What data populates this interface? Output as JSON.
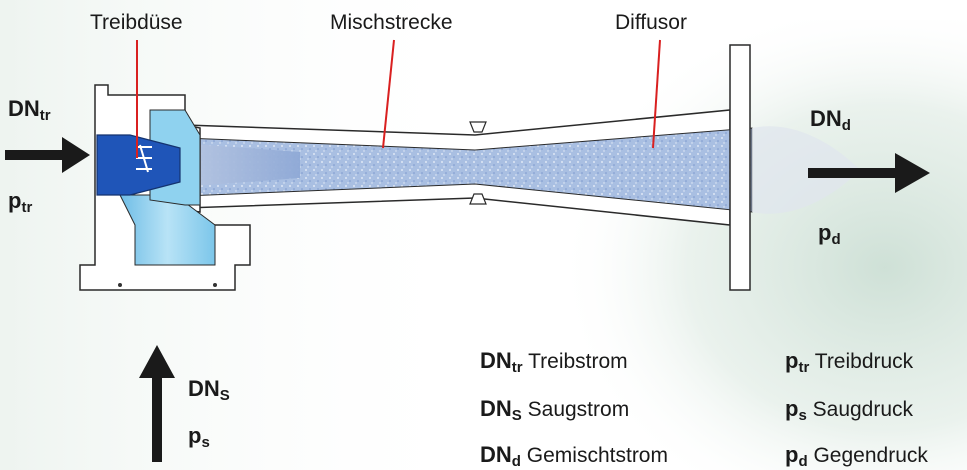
{
  "labels": {
    "nozzle": "Treibdüse",
    "mixing": "Mischstrecke",
    "diffuser": "Diffusor"
  },
  "symbols": {
    "dn_tr": {
      "base": "DN",
      "sub": "tr"
    },
    "p_tr": {
      "base": "p",
      "sub": "tr"
    },
    "dn_d": {
      "base": "DN",
      "sub": "d"
    },
    "p_d": {
      "base": "p",
      "sub": "d"
    },
    "dn_s": {
      "base": "DN",
      "sub": "S"
    },
    "p_s": {
      "base": "p",
      "sub": "s"
    }
  },
  "legend": [
    {
      "base": "DN",
      "sub": "tr",
      "text": "Treibstrom"
    },
    {
      "base": "DN",
      "sub": "S",
      "text": "Saugstrom"
    },
    {
      "base": "DN",
      "sub": "d",
      "text": "Gemischtstrom"
    },
    {
      "base": "p",
      "sub": "tr",
      "text": "Treibdruck"
    },
    {
      "base": "p",
      "sub": "s",
      "text": "Saugdruck"
    },
    {
      "base": "p",
      "sub": "d",
      "text": "Gegendruck"
    }
  ],
  "colors": {
    "arrow": "#1a1a1a",
    "leader": "#d92020",
    "steel": "#ffffff",
    "motive_fluid": "#1f55b8",
    "suction_fluid": "#8ccfee",
    "mixture": "#9db4d8",
    "background_tint": "#d7e6dd"
  }
}
